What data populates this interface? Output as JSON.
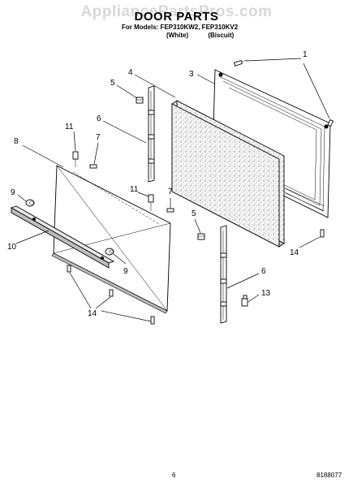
{
  "watermark": "AppliancePartsPros.com",
  "header": {
    "title": "DOOR PARTS",
    "models": "For Models: FEP310KW2, FEP310KV2",
    "color_white": "(White)",
    "color_biscuit": "(Biscuit)"
  },
  "callouts": {
    "c1": "1",
    "c3": "3",
    "c4": "4",
    "c5a": "5",
    "c5b": "5",
    "c6a": "6",
    "c6b": "6",
    "c7a": "7",
    "c7b": "7",
    "c8": "8",
    "c9a": "9",
    "c9b": "9",
    "c10": "10",
    "c11a": "11",
    "c11b": "11",
    "c13": "13",
    "c14a": "14",
    "c14b": "14"
  },
  "footer": {
    "page_number": "6",
    "document_number": "8188077"
  }
}
